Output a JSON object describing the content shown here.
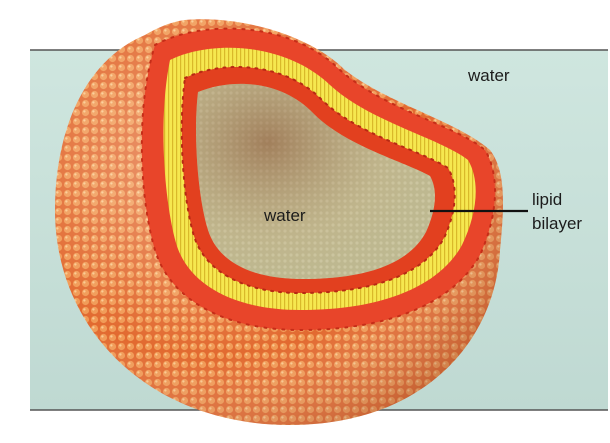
{
  "labels": {
    "outer_water": "water",
    "inner_water": "water",
    "bilayer_line1": "lipid",
    "bilayer_line2": "bilayer"
  },
  "colors": {
    "water_background": "#c9e2dc",
    "head_group": "#e8452a",
    "tail_layer": "#f4e24a",
    "sphere_surface": "#e9793d",
    "interior": "#b9c9ad"
  }
}
